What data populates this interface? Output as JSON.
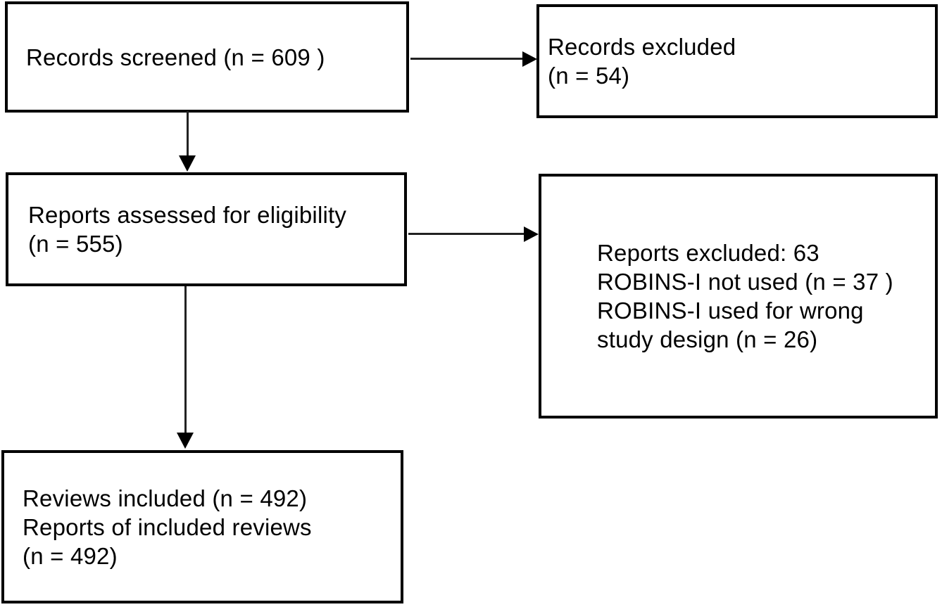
{
  "diagram": {
    "type": "prisma-flow",
    "colors": {
      "background": "#ffffff",
      "box_border": "#000000",
      "text": "#000000",
      "arrow": "#000000"
    },
    "boxes": {
      "records_screened": {
        "lines": [
          "Records screened (n = 609 )"
        ],
        "n": 609
      },
      "records_excluded": {
        "lines": [
          "Records excluded",
          "(n = 54)"
        ],
        "n": 54
      },
      "reports_assessed": {
        "lines": [
          "Reports assessed for eligibility",
          "(n = 555)"
        ],
        "n": 555
      },
      "reports_excluded": {
        "lines": [
          "Reports excluded: 63",
          "ROBINS-I not used (n = 37 )",
          "ROBINS-I used for wrong",
          "study design (n = 26)"
        ],
        "n_total": 63,
        "n_robins_not_used": 37,
        "n_wrong_study_design": 26
      },
      "reviews_included": {
        "lines": [
          "Reviews included (n = 492)",
          "Reports of included reviews",
          "(n = 492)"
        ],
        "n_reviews": 492,
        "n_reports": 492
      }
    },
    "arrows": [
      {
        "from": "records_screened",
        "to": "records_excluded",
        "direction": "right"
      },
      {
        "from": "records_screened",
        "to": "reports_assessed",
        "direction": "down"
      },
      {
        "from": "reports_assessed",
        "to": "reports_excluded",
        "direction": "right"
      },
      {
        "from": "reports_assessed",
        "to": "reviews_included",
        "direction": "down"
      }
    ]
  }
}
